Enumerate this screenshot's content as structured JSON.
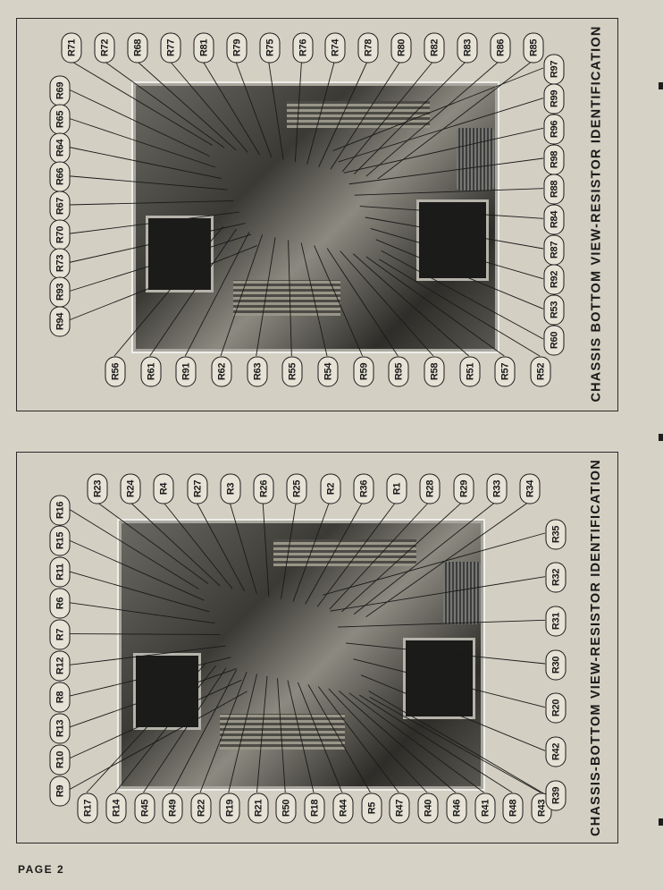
{
  "page_label": "PAGE 2",
  "top_panel": {
    "title": "CHASSIS BOTTOM VIEW-RESISTOR IDENTIFICATION",
    "top_row": [
      "R71",
      "R72",
      "R68",
      "R77",
      "R81",
      "R79",
      "R75",
      "R76",
      "R74",
      "R78",
      "R80",
      "R82",
      "R83",
      "R86",
      "R85"
    ],
    "left_col": [
      "R69",
      "R65",
      "R64",
      "R66",
      "R67",
      "R70",
      "R73",
      "R93",
      "R94"
    ],
    "bottom_row": [
      "R56",
      "R61",
      "R91",
      "R62",
      "R63",
      "R55",
      "R54",
      "R59",
      "R95",
      "R58",
      "R51",
      "R57",
      "R52"
    ],
    "right_col": [
      "R97",
      "R99",
      "R96",
      "R98",
      "R88",
      "R84",
      "R87",
      "R92",
      "R53",
      "R60"
    ]
  },
  "bottom_panel": {
    "title": "CHASSIS-BOTTOM VIEW-RESISTOR IDENTIFICATION",
    "top_row": [
      "R23",
      "R24",
      "R4",
      "R27",
      "R3",
      "R26",
      "R25",
      "R2",
      "R36",
      "R1",
      "R28",
      "R29",
      "R33",
      "R34"
    ],
    "left_col": [
      "R16",
      "R15",
      "R11",
      "R6",
      "R7",
      "R12",
      "R8",
      "R13",
      "R10",
      "R9"
    ],
    "bottom_row": [
      "R17",
      "R14",
      "R45",
      "R49",
      "R22",
      "R19",
      "R21",
      "R50",
      "R18",
      "R44",
      "R5",
      "R47",
      "R40",
      "R46",
      "R41",
      "R48",
      "R43"
    ],
    "right_col": [
      "R35",
      "R32",
      "R31",
      "R30",
      "R20",
      "R42",
      "R39"
    ]
  }
}
